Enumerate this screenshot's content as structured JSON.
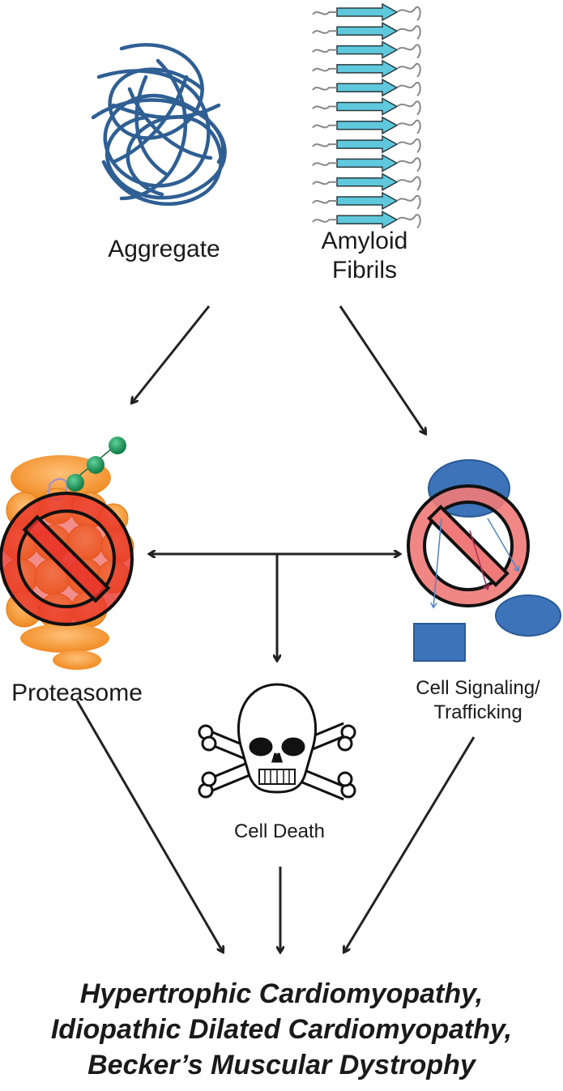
{
  "diagram": {
    "nodes": {
      "aggregate": {
        "label": "Aggregate",
        "icon": "tangled-aggregate-icon",
        "color": "#2f5f93"
      },
      "amyloid": {
        "label_lines": [
          "Amyloid",
          "Fibrils"
        ],
        "icon": "beta-sheet-fibril-icon",
        "color": "#5fc8dc"
      },
      "proteasome": {
        "label": "Proteasome",
        "icon": "proteasome-icon",
        "status": "inhibited"
      },
      "signaling": {
        "label_lines": [
          "Cell Signaling/",
          "Trafficking"
        ],
        "icon": "signaling-pathway-icon",
        "status": "inhibited"
      },
      "cell_death": {
        "label": "Cell Death",
        "icon": "skull-crossbones-icon"
      }
    },
    "edges": [
      {
        "from": "aggregate",
        "to": "proteasome"
      },
      {
        "from": "amyloid",
        "to": "signaling"
      },
      {
        "from": "junction",
        "to": "proteasome"
      },
      {
        "from": "junction",
        "to": "signaling"
      },
      {
        "from": "junction",
        "to": "cell_death"
      },
      {
        "from": "proteasome",
        "to": "outcome"
      },
      {
        "from": "cell_death",
        "to": "outcome"
      },
      {
        "from": "signaling",
        "to": "outcome"
      }
    ],
    "outcome": {
      "lines": [
        "Hypertrophic Cardiomyopathy,",
        "Idiopathic Dilated Cardiomyopathy,",
        "Becker’s Muscular Dystrophy"
      ]
    },
    "colors": {
      "inhibit_red": "#e8322a",
      "inhibit_pink": "#f07a78",
      "signal_blue": "#3d73b8",
      "proteasome_orange": "#f39a3a",
      "ubiquitin_green": "#1f9a5a"
    }
  }
}
